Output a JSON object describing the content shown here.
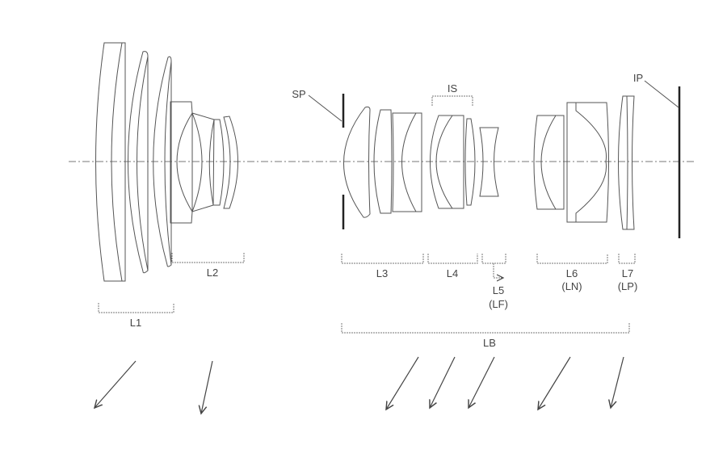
{
  "labels": {
    "sp": "SP",
    "ip": "IP",
    "is": "IS",
    "l1": "L1",
    "l2": "L2",
    "l3": "L3",
    "l4": "L4",
    "l5": "L5",
    "l5_sub": "(LF)",
    "l6": "L6",
    "l6_sub": "(LN)",
    "l7": "L7",
    "l7_sub": "(LP)",
    "lb": "LB"
  }
}
